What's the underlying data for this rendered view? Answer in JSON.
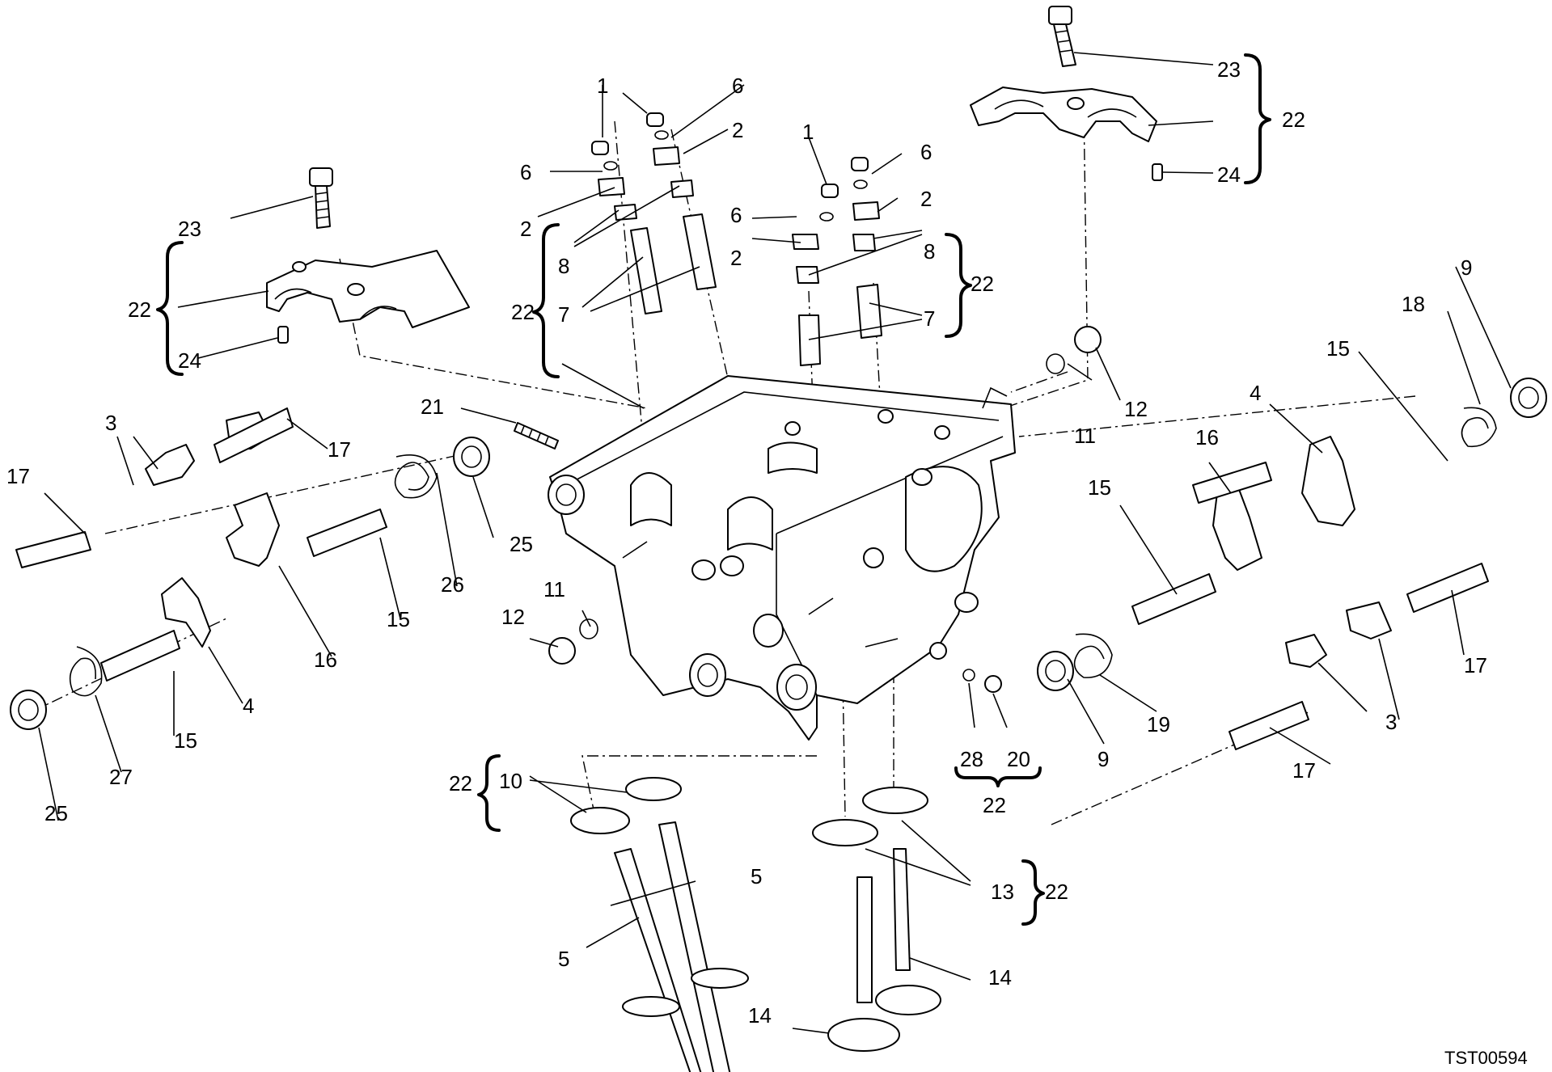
{
  "diagram_code": "TST00594",
  "callouts": {
    "c1": "1",
    "c2": "2",
    "c3": "3",
    "c4": "4",
    "c5": "5",
    "c6": "6",
    "c7": "7",
    "c8": "8",
    "c9": "9",
    "c10": "10",
    "c11": "11",
    "c12": "12",
    "c13": "13",
    "c14": "14",
    "c15": "15",
    "c16": "16",
    "c17": "17",
    "c18": "18",
    "c19": "19",
    "c20": "20",
    "c21": "21",
    "c22": "22",
    "c23": "23",
    "c24": "24",
    "c25": "25",
    "c26": "26",
    "c27": "27",
    "c28": "28"
  }
}
